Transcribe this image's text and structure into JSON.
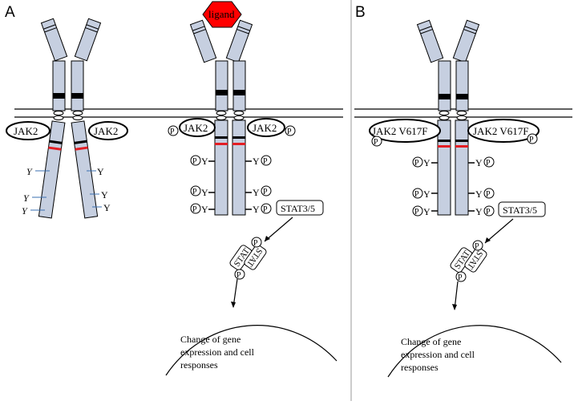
{
  "panels": {
    "a_label": "A",
    "b_label": "B"
  },
  "labels": {
    "ligand": "ligand",
    "jak2": "JAK2",
    "jak2_mutant": "JAK2 V617F",
    "stat35": "STAT3/5",
    "stat": "STAT",
    "phospho": "P",
    "tyrosine": "Y",
    "gene_line1": "Change of  gene",
    "gene_line2": "expression and cell",
    "gene_line3": "responses"
  },
  "colors": {
    "receptor_fill": "#c6cfe0",
    "ligand_fill": "#ff0000",
    "red_band": "#e31e24",
    "black_band": "#000000",
    "divider": "#bbbbbb"
  }
}
